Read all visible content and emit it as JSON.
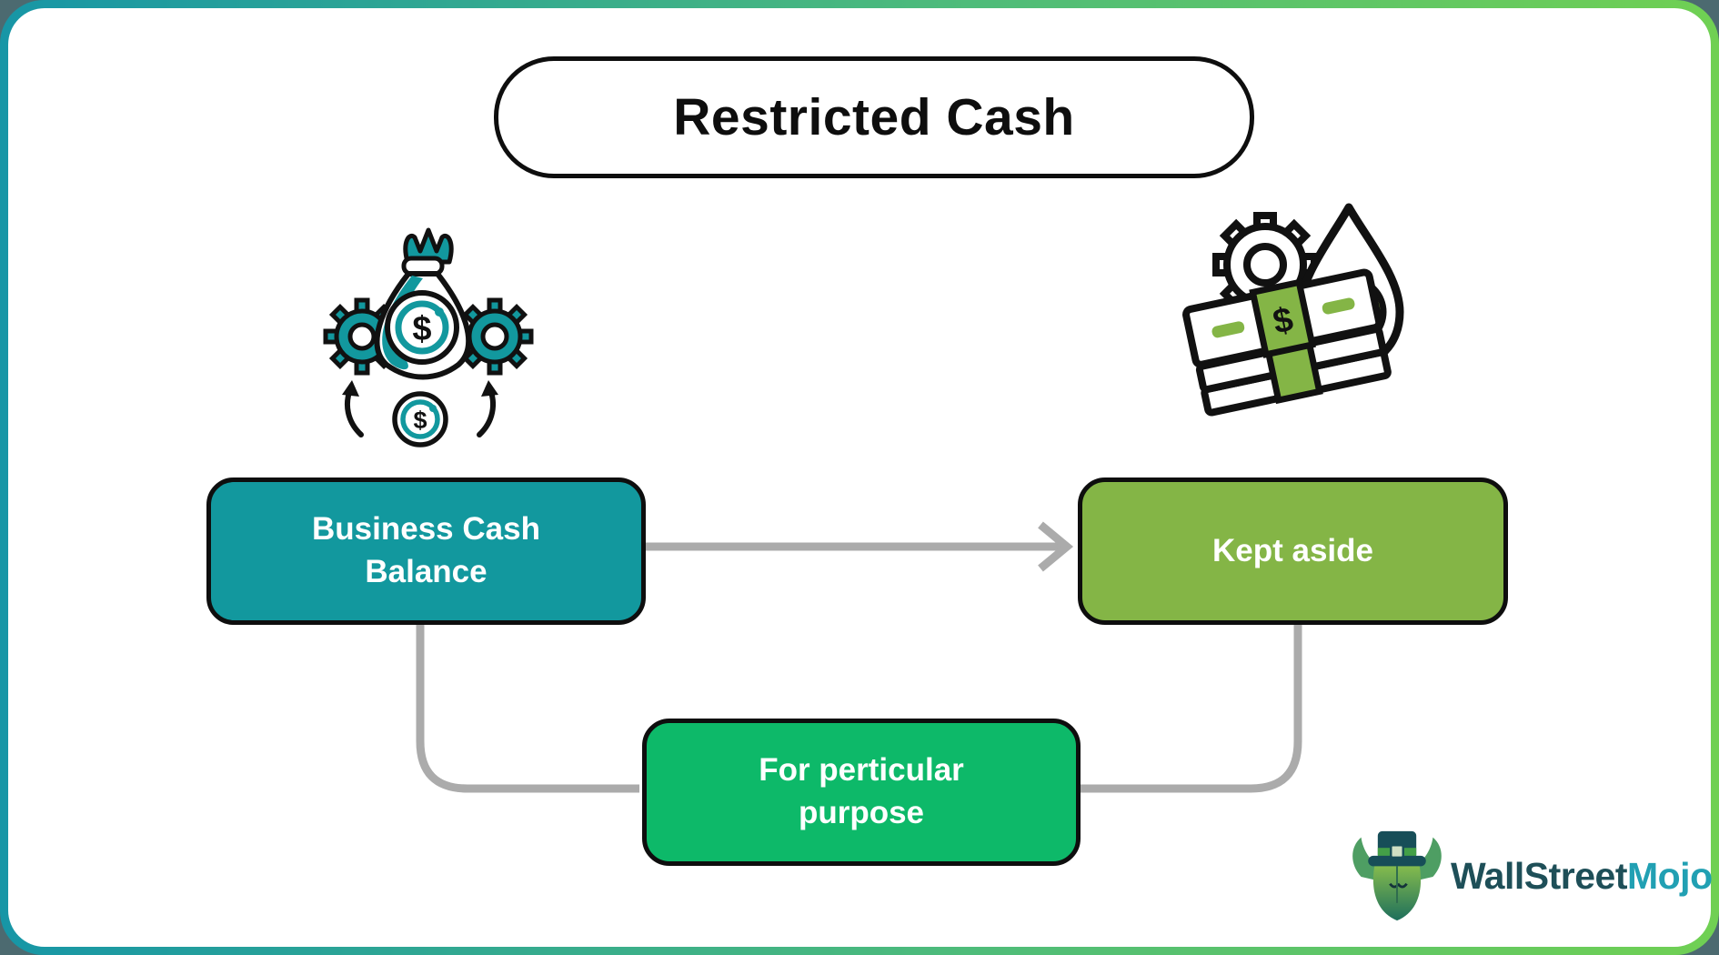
{
  "title": "Restricted Cash",
  "nodes": {
    "business_cash": {
      "label": "Business Cash Balance",
      "color": "#12989E"
    },
    "kept_aside": {
      "label": "Kept aside",
      "color": "#84B546"
    },
    "purpose": {
      "label": "For perticular purpose",
      "color": "#0DB969"
    }
  },
  "icons": {
    "left": {
      "name": "money-bag-with-gears-icon",
      "dollar": "$"
    },
    "right": {
      "name": "cash-stack-water-drop-icon",
      "dollar": "$"
    }
  },
  "logo": {
    "wall": "WallStreet",
    "mojo": "Mojo"
  },
  "colors": {
    "frame_gradient_start": "#1796A6",
    "frame_gradient_end": "#70D053",
    "outer_background": "#4C6A70",
    "connector_gray": "#ABABAB",
    "teal": "#12989E",
    "olive": "#84B546",
    "green": "#0DB969",
    "outline_black": "#111111",
    "logo_dark_teal": "#1E4F58",
    "logo_light_teal": "#21A0B3"
  }
}
